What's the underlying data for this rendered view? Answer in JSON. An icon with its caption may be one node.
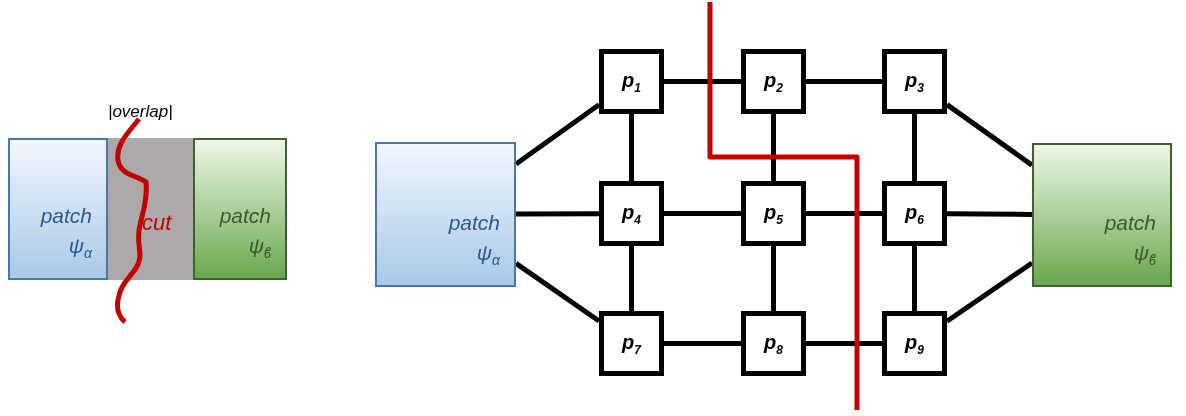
{
  "diagram": {
    "nodes": [
      {
        "text": [
          "patch ψ$_{α}$"
        ]
      },
      {
        "text": [
          "|overlap|",
          "cut"
        ]
      },
      {
        "text": [
          "patch ψ$_{ϐ}$"
        ]
      },
      {
        "text": [
          "patch ψ$_{α}$"
        ]
      },
      {
        "text": [
          "p$_{1}$"
        ]
      },
      {
        "text": [
          "p$_{2}$"
        ]
      },
      {
        "text": [
          "p$_{3}$"
        ]
      },
      {
        "text": [
          "p$_{4}$"
        ]
      },
      {
        "text": [
          "p$_{5}$"
        ]
      },
      {
        "text": [
          "p$_{6}$"
        ]
      },
      {
        "text": [
          "p$_{7}$"
        ]
      },
      {
        "text": [
          "p$_{8}$"
        ]
      },
      {
        "text": [
          "p$_{9}$"
        ]
      },
      {
        "text": [
          "patch ψ$_{ϐ}$"
        ]
      }
    ],
    "edges": [
      {
        "from": 3,
        "to": 4,
        "arrow": "none"
      },
      {
        "from": 3,
        "to": 7,
        "arrow": "none"
      },
      {
        "from": 3,
        "to": 10,
        "arrow": "none"
      },
      {
        "from": 4,
        "to": 5,
        "arrow": "none"
      },
      {
        "from": 5,
        "to": 6,
        "arrow": "none"
      },
      {
        "from": 4,
        "to": 7,
        "arrow": "none"
      },
      {
        "from": 5,
        "to": 8,
        "arrow": "none"
      },
      {
        "from": 6,
        "to": 9,
        "arrow": "none"
      },
      {
        "from": 7,
        "to": 8,
        "arrow": "none"
      },
      {
        "from": 8,
        "to": 9,
        "arrow": "none"
      },
      {
        "from": 7,
        "to": 10,
        "arrow": "none"
      },
      {
        "from": 8,
        "to": 11,
        "arrow": "none"
      },
      {
        "from": 9,
        "to": 12,
        "arrow": "none"
      },
      {
        "from": 10,
        "to": 11,
        "arrow": "none"
      },
      {
        "from": 11,
        "to": 12,
        "arrow": "none"
      },
      {
        "from": 6,
        "to": 13,
        "arrow": "none"
      },
      {
        "from": 9,
        "to": 13,
        "arrow": "none"
      },
      {
        "from": 12,
        "to": 13,
        "arrow": "none"
      }
    ]
  }
}
